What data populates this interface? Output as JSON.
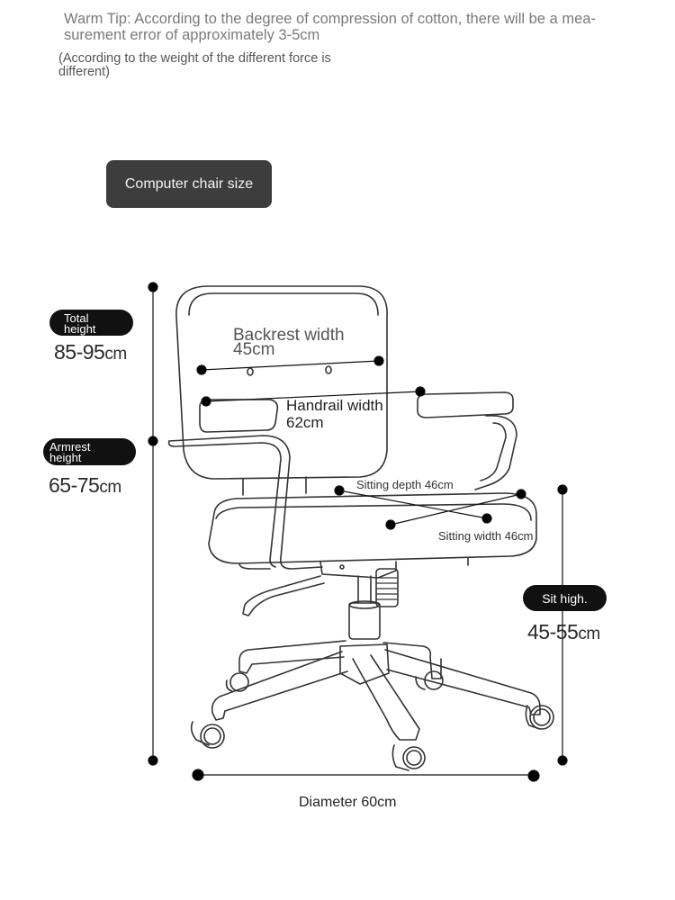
{
  "tip": {
    "line1": "Warm Tip: According to the degree of compression of cotton, there will be a mea-",
    "line2": "surement error of approximately 3-5cm",
    "note": "(According to the weight of the different force is different)"
  },
  "title": "Computer chair size",
  "dimensions": {
    "total_height": {
      "label_line1": "Total",
      "label_line2": "height",
      "value": "85-95",
      "unit": "cm"
    },
    "armrest_height": {
      "label_line1": "Armrest",
      "label_line2": "height",
      "value": "65-75",
      "unit": "cm"
    },
    "seat_height": {
      "label": "Sit high.",
      "value": "45-55",
      "unit": "cm"
    },
    "backrest_width": {
      "label": "Backrest width",
      "value": "45cm"
    },
    "handrail_width": {
      "label": "Handrail width",
      "value": "62cm"
    },
    "sitting_depth": {
      "label": "Sitting depth 46cm"
    },
    "sitting_width": {
      "label": "Sitting width 46cm"
    },
    "diameter": {
      "label": "Diameter 60cm"
    }
  }
}
